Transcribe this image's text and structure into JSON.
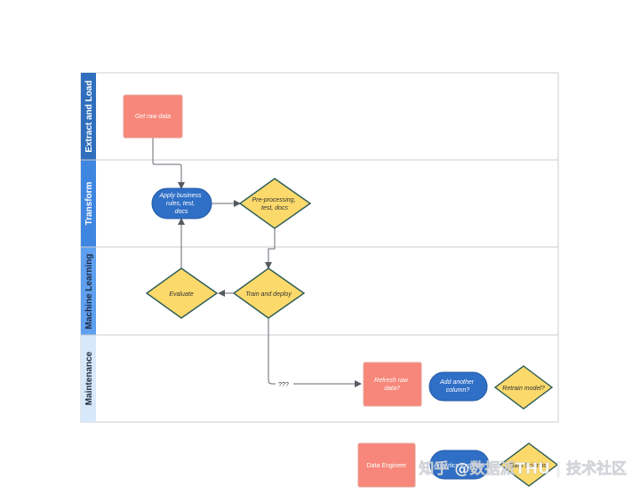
{
  "lanes": [
    {
      "label": "Extract and Load",
      "color": "#2f6fbd",
      "text_color": "#ffffff"
    },
    {
      "label": "Transform",
      "color": "#3f86e0",
      "text_color": "#ffffff"
    },
    {
      "label": "Machine Learning",
      "color": "#5ea0ef",
      "text_color": "#1f2a44"
    },
    {
      "label": "Maintenance",
      "color": "#d8e8fb",
      "text_color": "#1f2a44"
    }
  ],
  "nodes": {
    "get_raw_data": {
      "lines": [
        "Get raw data"
      ]
    },
    "apply_rules": {
      "lines": [
        "Apply business",
        "rules, test,",
        "docs"
      ]
    },
    "preprocessing": {
      "lines": [
        "Pre-processing,",
        "test, docs"
      ]
    },
    "evaluate": {
      "lines": [
        "Evaluate"
      ]
    },
    "train_deploy": {
      "lines": [
        "Train and deploy"
      ]
    },
    "refresh_raw": {
      "lines": [
        "Refresh raw",
        "data?"
      ]
    },
    "add_column": {
      "lines": [
        "Add another",
        "column?"
      ]
    },
    "retrain": {
      "lines": [
        "Retrain model?"
      ]
    }
  },
  "edge_labels": {
    "unknown": "???"
  },
  "legend": {
    "data_engineer": "Data Engineer",
    "analytics_engineer": "Analytics Engineer",
    "data_scientist": "Data Scientist"
  },
  "watermark": {
    "text": "知乎 @数据派THU | 技术社区"
  },
  "colors": {
    "engineer": "#f6877a",
    "analytics": "#2f6fc6",
    "scientist": "#fbd96b",
    "scientist_border": "#2a5a55"
  }
}
